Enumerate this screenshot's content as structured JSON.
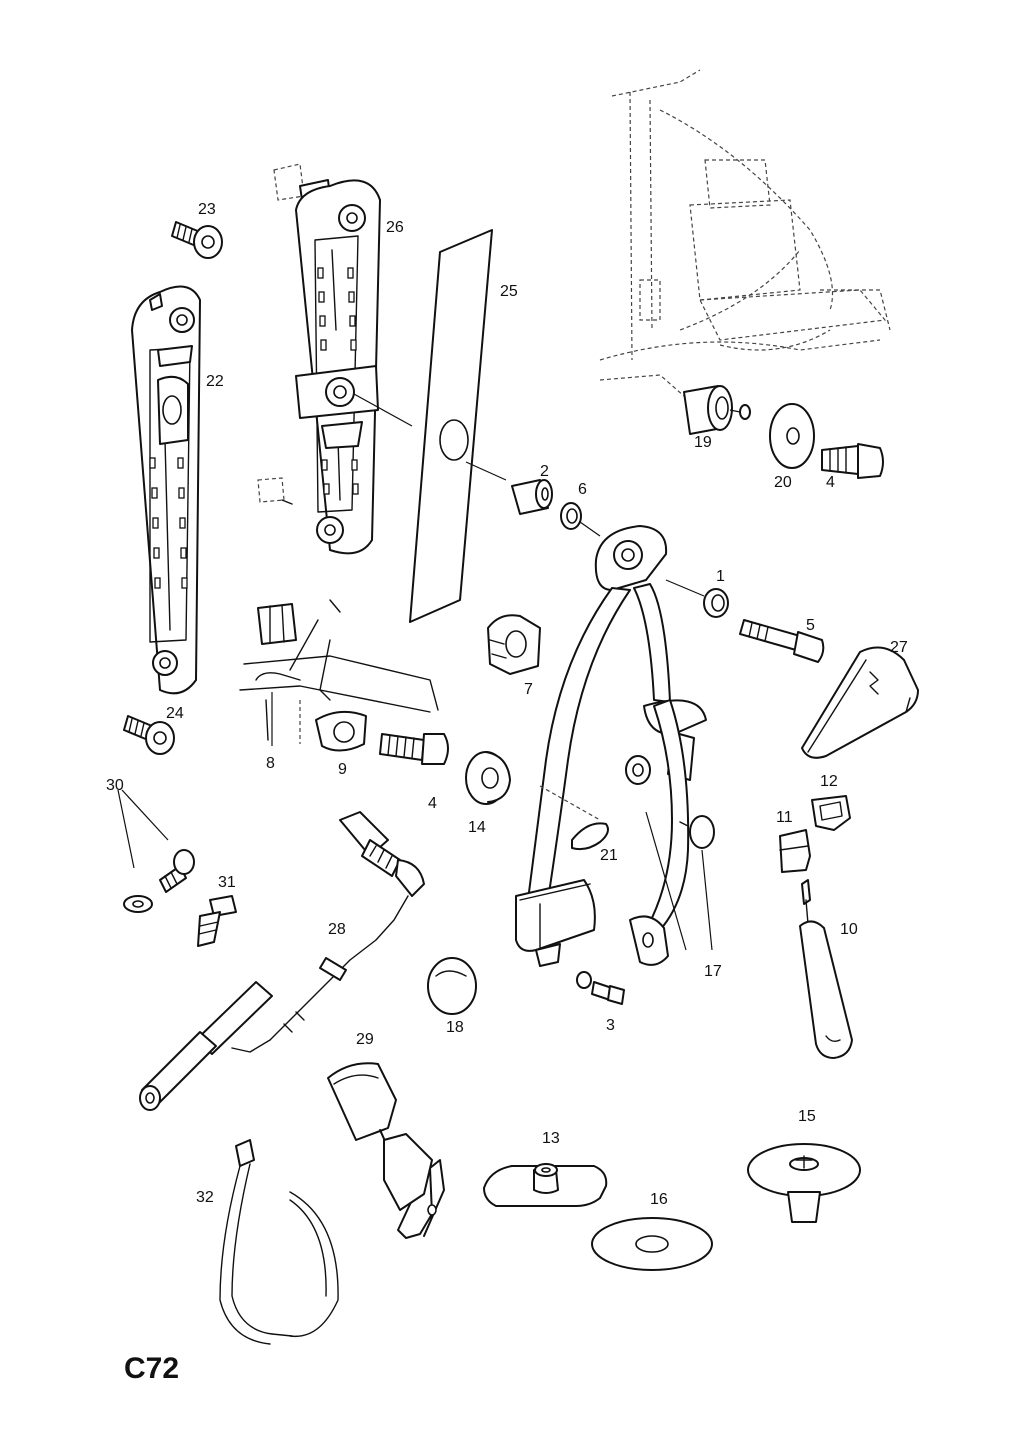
{
  "page_code": "C72",
  "labels": {
    "l1": "1",
    "l2": "2",
    "l3": "3",
    "l4a": "4",
    "l4b": "4",
    "l5": "5",
    "l6": "6",
    "l7": "7",
    "l8": "8",
    "l9": "9",
    "l10": "10",
    "l11": "11",
    "l12": "12",
    "l13": "13",
    "l14": "14",
    "l15": "15",
    "l16": "16",
    "l17": "17",
    "l18": "18",
    "l19": "19",
    "l20": "20",
    "l21": "21",
    "l22": "22",
    "l23": "23",
    "l24": "24",
    "l25": "25",
    "l26": "26",
    "l27": "27",
    "l28": "28",
    "l29": "29",
    "l30": "30",
    "l31": "31",
    "l32": "32"
  }
}
